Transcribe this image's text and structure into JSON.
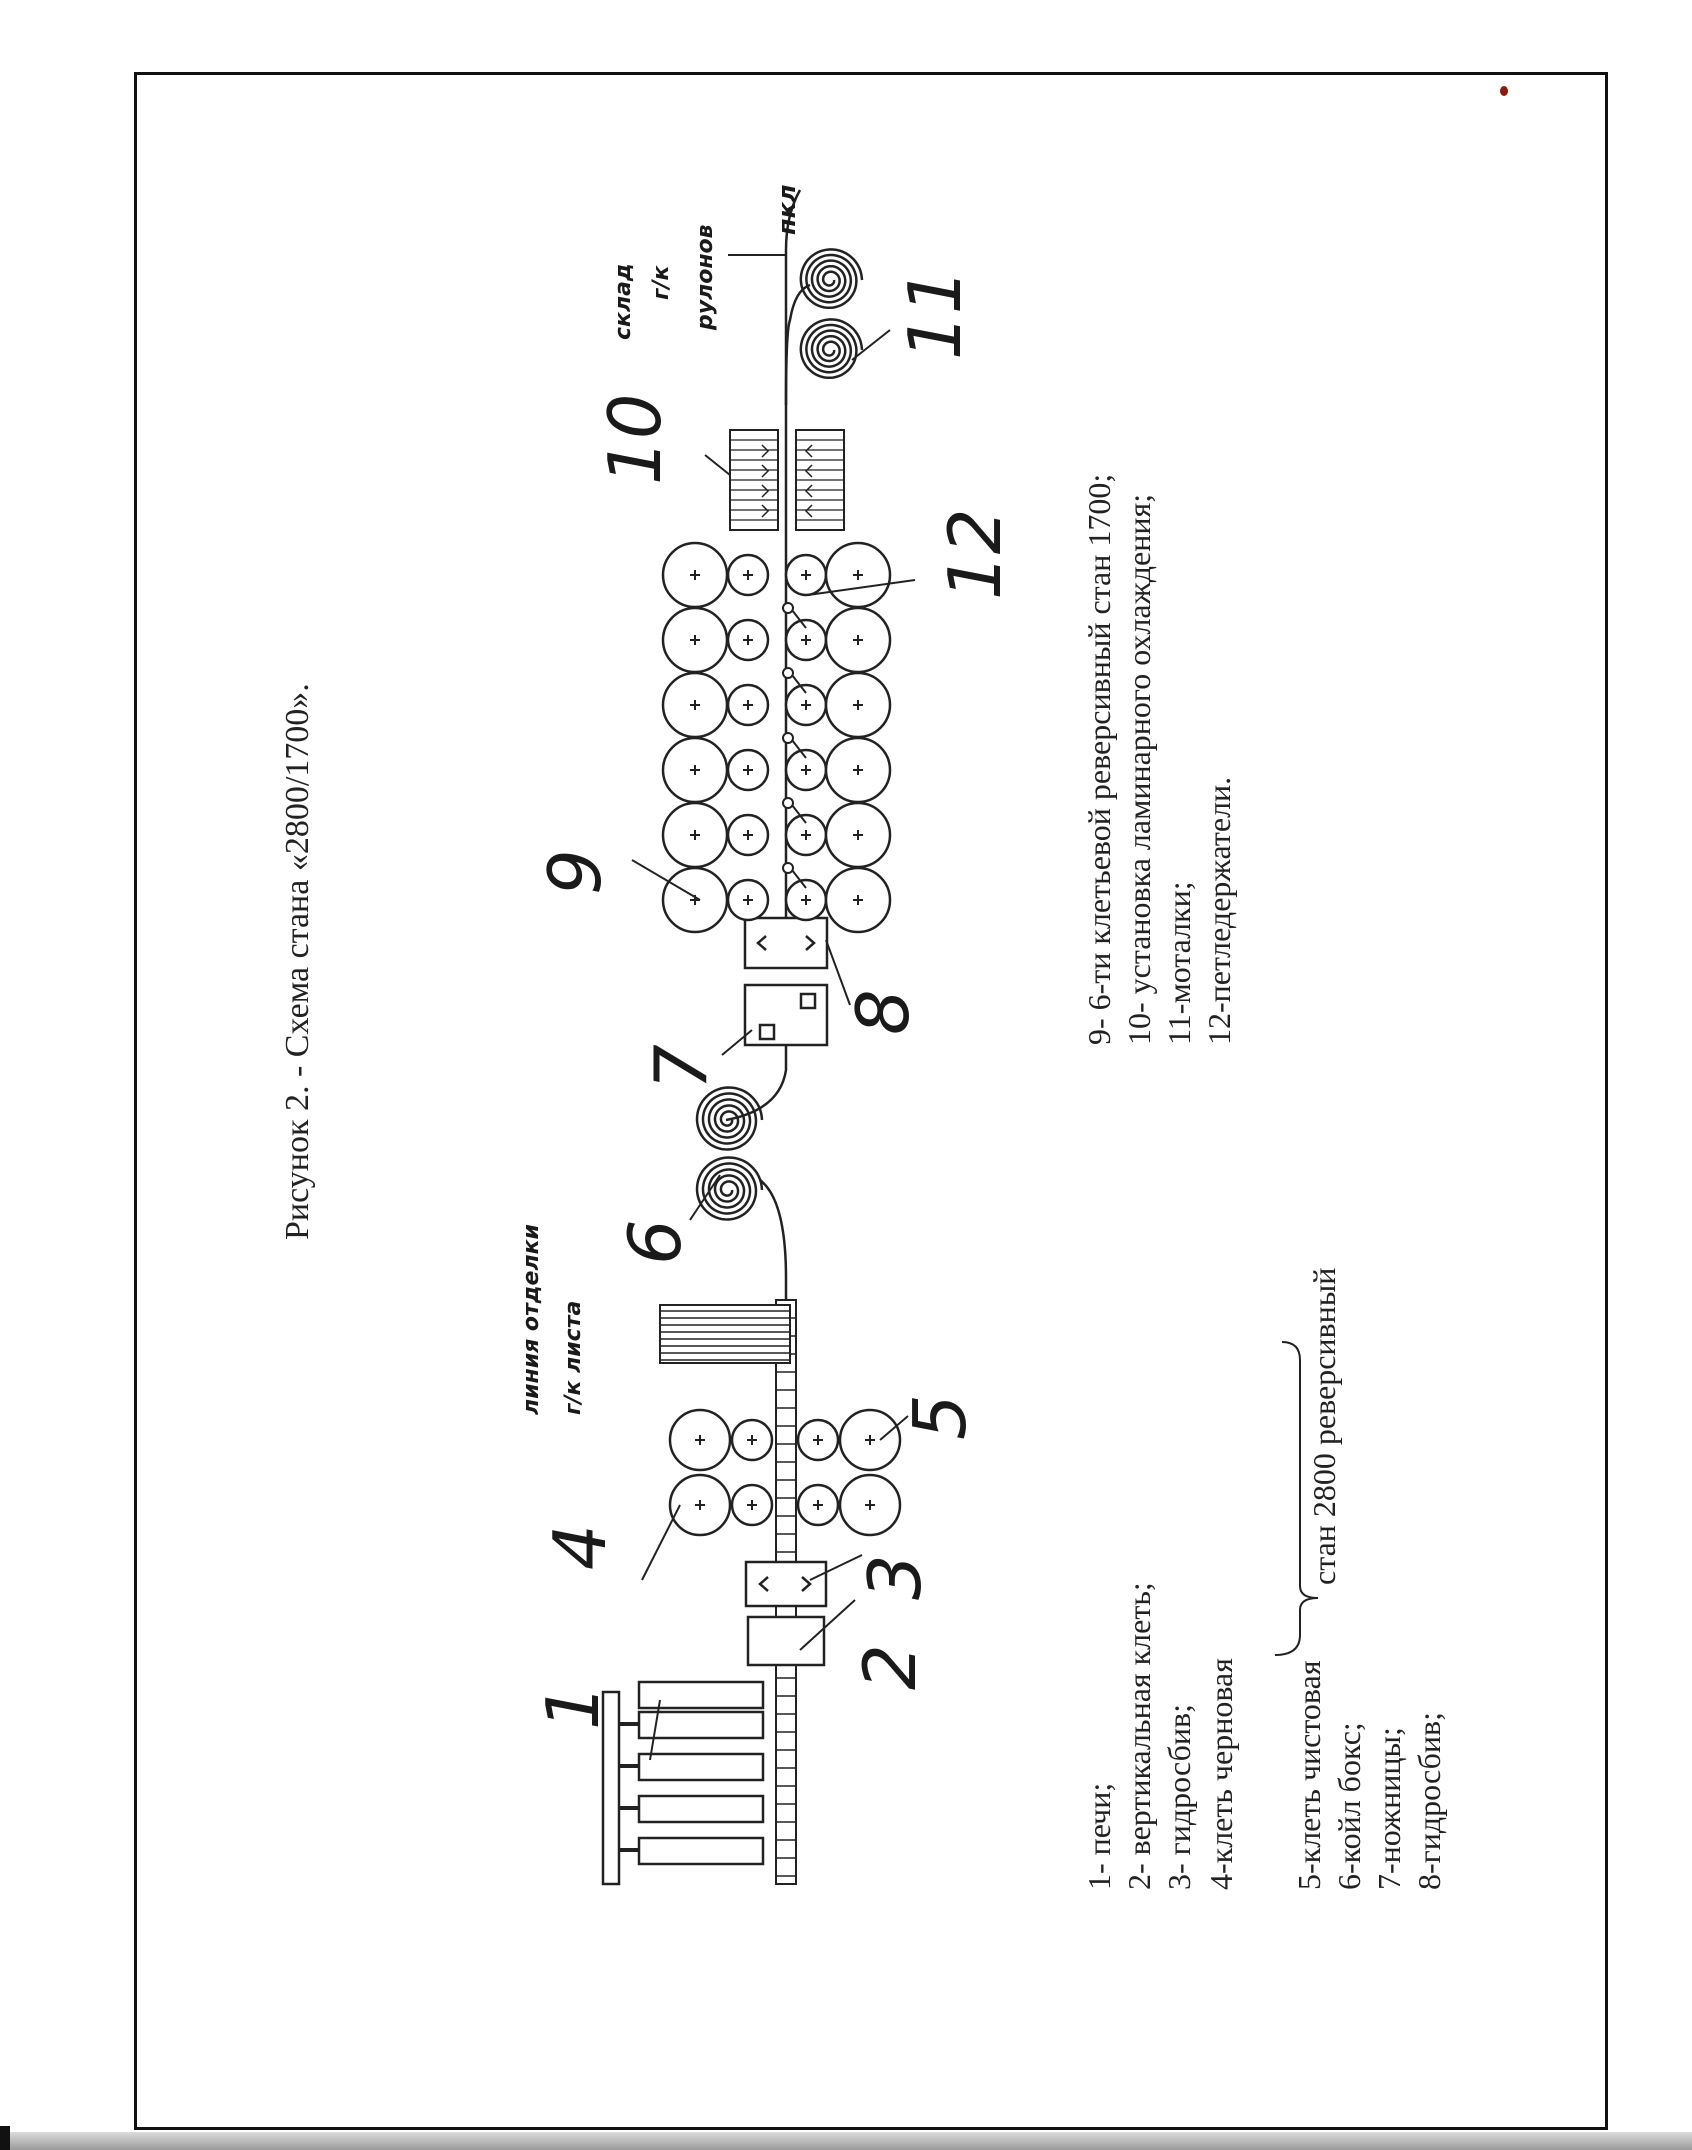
{
  "figure": {
    "title": "Рисунок 2. - Схема стана «2800/1700»."
  },
  "callouts": {
    "n1": "1",
    "n2": "2",
    "n3": "3",
    "n4": "4",
    "n5": "5",
    "n6": "6",
    "n7": "7",
    "n8": "8",
    "n9": "9",
    "n10": "10",
    "n11": "11",
    "n12": "12"
  },
  "annotations": {
    "line_a": "линия отделки",
    "line_b": "г/к листа",
    "store_a": "склад",
    "store_b": "г/к",
    "store_c": "рулонов",
    "pkl": "пкл"
  },
  "bracket_label": "стан 2800 реверсивный",
  "legend_left": [
    "1-  печи;",
    "2-  вертикальная клеть;",
    "3-  гидросбив;",
    "4-клеть черновая",
    "5-клеть чистовая",
    "6-койл бокс;",
    "7-ножницы;",
    "8-гидросбив;"
  ],
  "legend_right": [
    "9- 6-ти клетьевой реверсивный стан 1700;",
    "10- установка ламинарного охлаждения;",
    "11-моталки;",
    "12-петледержатели."
  ]
}
